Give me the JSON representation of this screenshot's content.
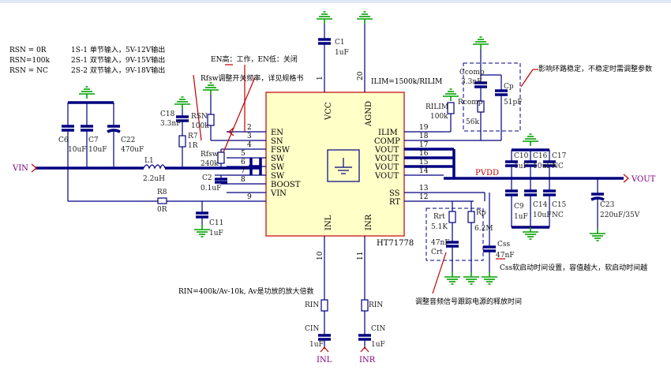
{
  "chip": {
    "name": "HT71778",
    "left_pins": [
      {
        "num": "2",
        "name": "EN"
      },
      {
        "num": "3",
        "name": "SN"
      },
      {
        "num": "4",
        "name": "FSW"
      },
      {
        "num": "5",
        "name": "SW"
      },
      {
        "num": "6",
        "name": "SW"
      },
      {
        "num": "7",
        "name": "SW"
      },
      {
        "num": "8",
        "name": "BOOST"
      },
      {
        "num": "9",
        "name": "VIN"
      }
    ],
    "right_pins": [
      {
        "num": "19",
        "name": "ILIM"
      },
      {
        "num": "18",
        "name": "COMP"
      },
      {
        "num": "17",
        "name": "VOUT"
      },
      {
        "num": "16",
        "name": "VOUT"
      },
      {
        "num": "15",
        "name": "VOUT"
      },
      {
        "num": "14",
        "name": "VOUT"
      },
      {
        "num": "13",
        "name": "SS"
      },
      {
        "num": "12",
        "name": "RT"
      }
    ],
    "top_pins": [
      {
        "num": "1",
        "name": "VCC"
      },
      {
        "num": "20",
        "name": "AGND"
      }
    ],
    "bottom_pins": [
      {
        "num": "10",
        "name": "INL"
      },
      {
        "num": "11",
        "name": "INR"
      }
    ]
  },
  "notes": {
    "rsn_table": [
      {
        "setting": "RSN = 0R",
        "mode": "1S-1  单节输入，5V-12V输出"
      },
      {
        "setting": "RSN=100k",
        "mode": "2S-1  双节输入，9V-15V输出"
      },
      {
        "setting": "RSN = NC",
        "mode": "2S-2  双节输入，9V-18V输出"
      }
    ],
    "en_note": "EN高：工作，EN低：关闭",
    "rfsw_note": "Rfsw调整开关频率，详见规格书",
    "ilim_note": "ILIM=1500k/RILIM",
    "loop_note": "影响环路稳定，不稳定时需调整参数",
    "css_note": "Css软启动时间设置，容值越大，软启动时间越",
    "rin_note": "RIN=400k/Av-10k, Av是功放的放大倍数",
    "rt_note": "调整音频信号跟踪电源的释放时间",
    "pvdd": "PVDD"
  },
  "nets": {
    "vin": "VIN",
    "vout": "VOUT",
    "inl": "INL",
    "inr": "INR"
  },
  "components": {
    "c6": {
      "ref": "C6",
      "value": "10uF"
    },
    "c7": {
      "ref": "C7",
      "value": "10uF"
    },
    "c22": {
      "ref": "C22",
      "value": "470uF"
    },
    "l1": {
      "ref": "L1",
      "value": "2.2uH"
    },
    "r8": {
      "ref": "R8",
      "value": "0R"
    },
    "c11": {
      "ref": "C11",
      "value": "1uF"
    },
    "c18": {
      "ref": "C18",
      "value": "3.3nF"
    },
    "r7": {
      "ref": "R7",
      "value": "1R"
    },
    "rsn": {
      "ref": "RSN",
      "value": "100k"
    },
    "rfsw": {
      "ref": "Rfsw",
      "value": "240k"
    },
    "c2": {
      "ref": "C2",
      "value": "0.1uF"
    },
    "c1": {
      "ref": "C1",
      "value": "1uF"
    },
    "rilim": {
      "ref": "RILIM",
      "value": "100k"
    },
    "ccomp": {
      "ref": "Ccomp",
      "value": "3.3nF"
    },
    "rcomp": {
      "ref": "Rcomp",
      "value": "56k"
    },
    "cp": {
      "ref": "Cp",
      "value": "51pF"
    },
    "c10": {
      "ref": "C10",
      "value": "1uF"
    },
    "c16": {
      "ref": "C16",
      "value": "10uF"
    },
    "c17": {
      "ref": "C17",
      "value": "NC"
    },
    "c9": {
      "ref": "C9",
      "value": "1uF"
    },
    "c14": {
      "ref": "C14",
      "value": "10uF"
    },
    "c15": {
      "ref": "C15",
      "value": "NC"
    },
    "c23": {
      "ref": "C23",
      "value": "220uF/35V"
    },
    "rrt": {
      "ref": "Rrt",
      "value": "5.1K"
    },
    "crt": {
      "ref": "Crt",
      "value": "47nF"
    },
    "rp": {
      "ref": "Rp",
      "value": "6.2M"
    },
    "css": {
      "ref": "Css",
      "value": "47nF"
    },
    "rin_l": {
      "ref": "RIN"
    },
    "cin_l": {
      "ref": "CIN",
      "value": "1uF"
    },
    "rin_r": {
      "ref": "RIN"
    },
    "cin_r": {
      "ref": "CIN",
      "value": "1uF"
    }
  }
}
